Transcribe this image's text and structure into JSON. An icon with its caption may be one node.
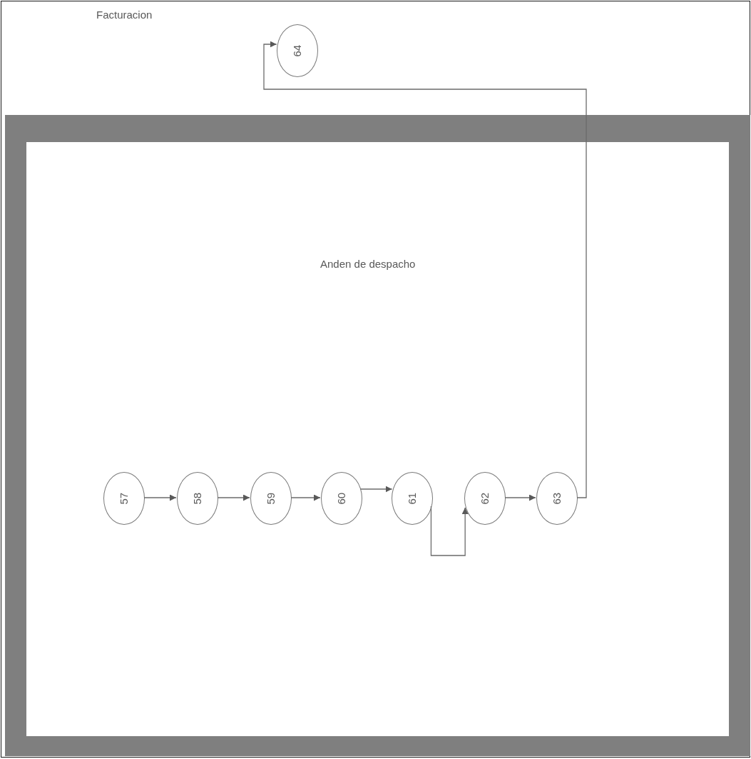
{
  "diagram": {
    "nodes": [
      {
        "text": [
          "Facturacion"
        ]
      },
      {
        "text": [
          "Anden de despacho"
        ],
        "in": 0
      },
      {
        "text": [
          "57"
        ],
        "in": 1
      },
      {
        "text": [
          "58"
        ],
        "in": 1
      },
      {
        "text": [
          "59"
        ],
        "in": 1
      },
      {
        "text": [
          "60"
        ],
        "in": 1
      },
      {
        "text": [
          "61"
        ],
        "in": 1
      },
      {
        "text": [
          "62"
        ],
        "in": 1
      },
      {
        "text": [
          "63"
        ],
        "in": 1
      },
      {
        "text": [
          "64"
        ],
        "in": 0
      }
    ],
    "edges": [
      {
        "from": 2,
        "to": 3,
        "arrow": "to"
      },
      {
        "from": 3,
        "to": 4,
        "arrow": "to"
      },
      {
        "from": 4,
        "to": 5,
        "arrow": "to"
      },
      {
        "from": 5,
        "to": 6,
        "arrow": "to"
      },
      {
        "from": 6,
        "to": 7,
        "arrow": "to"
      },
      {
        "from": 7,
        "to": 8,
        "arrow": "to"
      },
      {
        "from": 8,
        "to": 9,
        "arrow": "to"
      }
    ]
  }
}
